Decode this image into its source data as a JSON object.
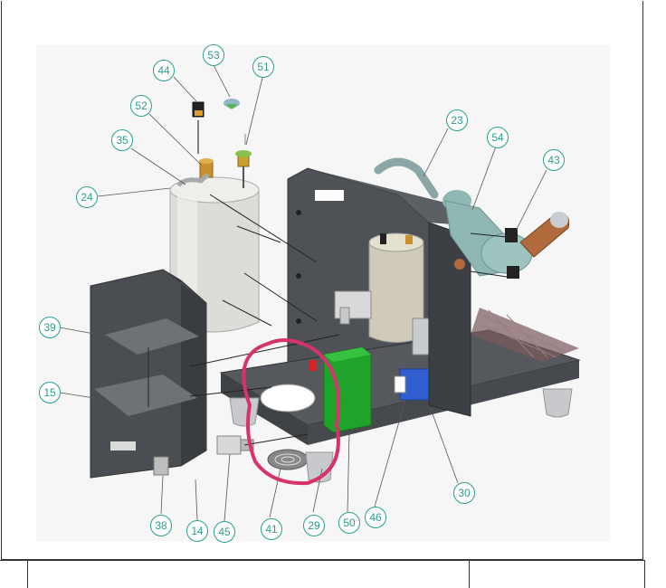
{
  "diagram": {
    "callouts": [
      "53",
      "44",
      "51",
      "52",
      "35",
      "24",
      "23",
      "54",
      "43",
      "39",
      "15",
      "38",
      "14",
      "45",
      "41",
      "29",
      "50",
      "46",
      "30"
    ],
    "colors": {
      "callout": "#2a9d8f",
      "frame": "#333333",
      "chassis": "#4a4e52",
      "boiler": "#d9d9d4",
      "green_box": "#1fa32a",
      "highlight": "#d6336c",
      "pump_blue": "#2f5fd0",
      "copper": "#b06a3b",
      "group_teal": "#8fb8b4"
    }
  }
}
